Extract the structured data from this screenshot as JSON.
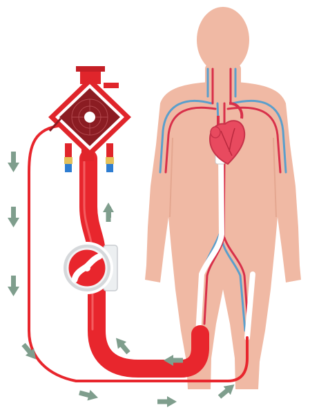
{
  "palette": {
    "background": "#ffffff",
    "skin": "#f0b9a4",
    "artery": "#d8304a",
    "vein": "#5a9fcc",
    "tube_red": "#e8262d",
    "tube_dark": "#c41e25",
    "oxygenator_red": "#e0252b",
    "oxygenator_core": "#8b1c22",
    "cannula_white": "#ffffff",
    "connector_yellow": "#e5c15a",
    "connector_blue": "#2e7dd1",
    "flow_arrow": "#7f9e8d",
    "pump_silver": "#d5d8db"
  },
  "components": [
    {
      "id": "body",
      "icon": "human-silhouette"
    },
    {
      "id": "heart",
      "icon": "heart-icon"
    },
    {
      "id": "oxygenator",
      "icon": "oxygenator-icon"
    },
    {
      "id": "pump",
      "icon": "centrifugal-pump-icon"
    },
    {
      "id": "drainage-cannula",
      "icon": "venous-cannula"
    },
    {
      "id": "return-cannula",
      "icon": "arterial-cannula"
    }
  ],
  "flow_direction": "clockwise"
}
